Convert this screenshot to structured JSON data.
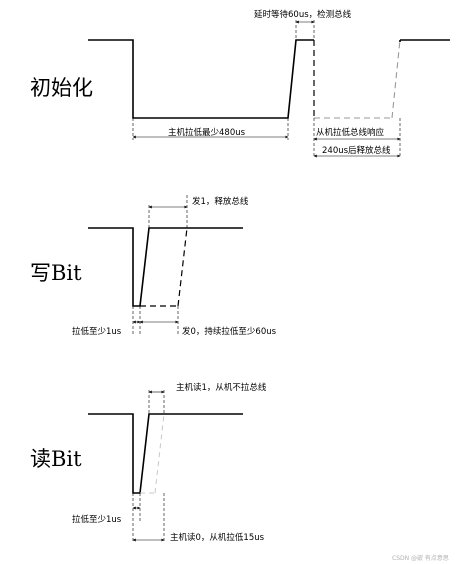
{
  "sections": [
    {
      "id": "init",
      "title": "初始化",
      "annotations": {
        "delay_wait": "延时等待60us，检测总线",
        "host_pull_low": "主机拉低最少480us",
        "slave_response": "从机拉低总线响应",
        "release_bus": "240us后释放总线"
      }
    },
    {
      "id": "write",
      "title": "写Bit",
      "annotations": {
        "send_one": "发1，释放总线",
        "pull_low_min": "拉低至少1us",
        "send_zero": "发0，持续拉低至少60us"
      }
    },
    {
      "id": "read",
      "title": "读Bit",
      "annotations": {
        "host_read_one": "主机读1，从机不拉总线",
        "pull_low_min": "拉低至少1us",
        "host_read_zero": "主机读0，从机拉低15us"
      }
    }
  ],
  "watermark": "CSDN @嵌 有点意思"
}
